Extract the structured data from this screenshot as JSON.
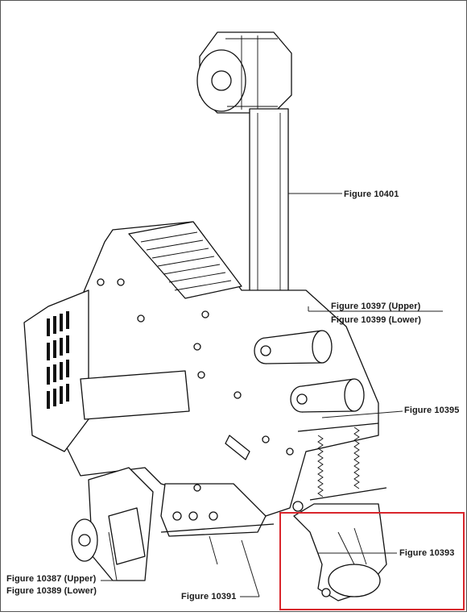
{
  "callouts": {
    "fig_10401": "Figure 10401",
    "fig_10397": "Figure 10397 (Upper)",
    "fig_10399": "Figure 10399 (Lower)",
    "fig_10395": "Figure 10395",
    "fig_10393": "Figure 10393",
    "fig_10387": "Figure 10387 (Upper)",
    "fig_10389": "Figure 10389 (Lower)",
    "fig_10391": "Figure 10391"
  },
  "colors": {
    "highlight_box": "#d9262c",
    "line": "#111111",
    "background": "#ffffff"
  }
}
